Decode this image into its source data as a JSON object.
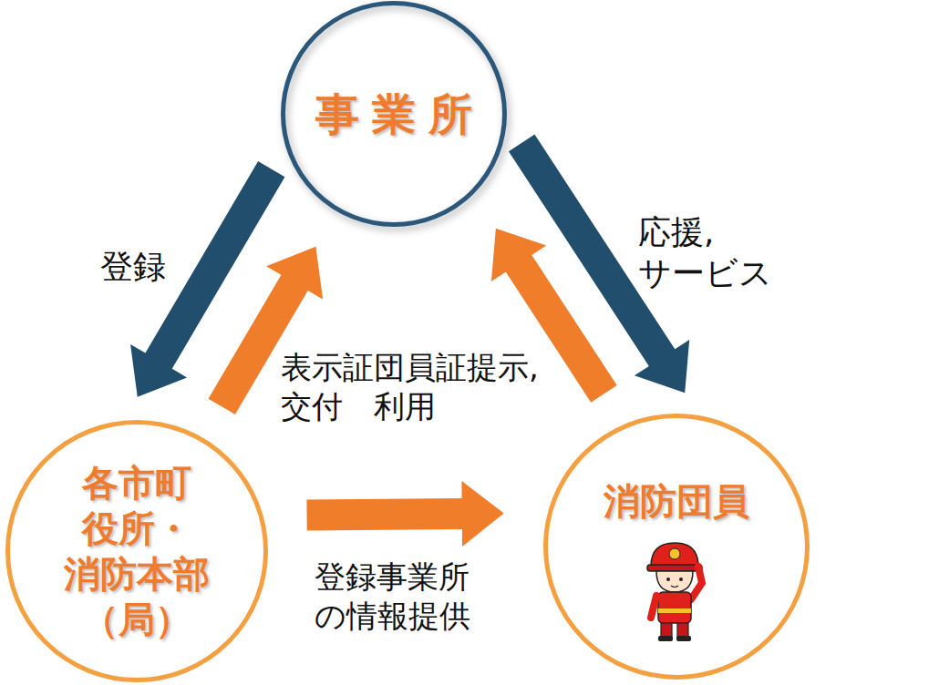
{
  "diagram": {
    "nodes": [
      {
        "text": [
          "事業所"
        ]
      },
      {
        "text": [
          "各市町 役所・ 消防本部 （局）"
        ]
      },
      {
        "text": [
          "消防団員"
        ]
      }
    ],
    "edges": [
      {
        "from": 0,
        "to": 1,
        "label": "登録",
        "arrow": "to"
      },
      {
        "from": 1,
        "to": 0,
        "label": "表示証 交付",
        "arrow": "to"
      },
      {
        "from": 0,
        "to": 2,
        "label": "応援, サービス",
        "arrow": "to"
      },
      {
        "from": 2,
        "to": 0,
        "label": "団員証提示, 利用",
        "arrow": "to"
      },
      {
        "from": 1,
        "to": 2,
        "label": "登録事業所 の情報提供",
        "arrow": "to"
      }
    ]
  }
}
